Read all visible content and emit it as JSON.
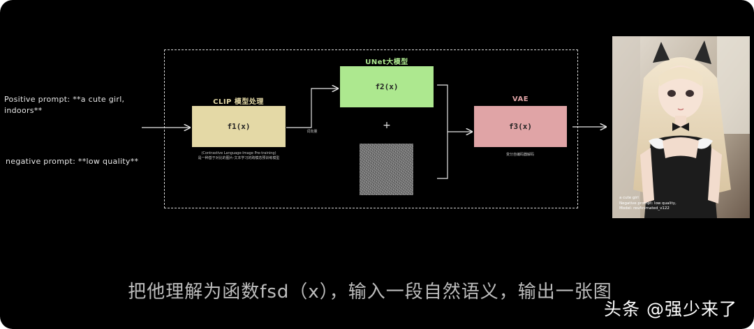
{
  "inputs": {
    "positive_prompt": "Positive prompt: **a cute girl, indoors**",
    "positive_line1": "Positive prompt: **a cute girl,",
    "positive_line2": "indoors**",
    "negative_prompt": "negative prompt: **low quality**"
  },
  "clip": {
    "title": "CLIP 模型处理",
    "func": "f1(x)",
    "caption_line1": "(Contrastive Language-Image Pre-training)",
    "caption_line2": "是一种基于对比的图片-文本学习的跨模态预训练模型",
    "color": "#e4d9a6",
    "title_color": "#e4d9a6"
  },
  "arrow_label": "词向量",
  "unet": {
    "title": "UNet大模型",
    "func": "f2(x)",
    "plus": "+",
    "color": "#ade88f",
    "title_color": "#ade88f"
  },
  "vae": {
    "title": "VAE",
    "func": "f3(x)",
    "caption": "变分自编码器解码",
    "color": "#e0a4a6",
    "title_color": "#e0a4a6"
  },
  "output_image": {
    "caption_line1": "a cute girl",
    "caption_line2": "Negative prompt: low quality,",
    "caption_line3": "Model: revAnimated_v122"
  },
  "subtitle": "把他理解为函数fsd（x），输入一段自然语义，输出一张图",
  "watermark": "头条 @强少来了"
}
